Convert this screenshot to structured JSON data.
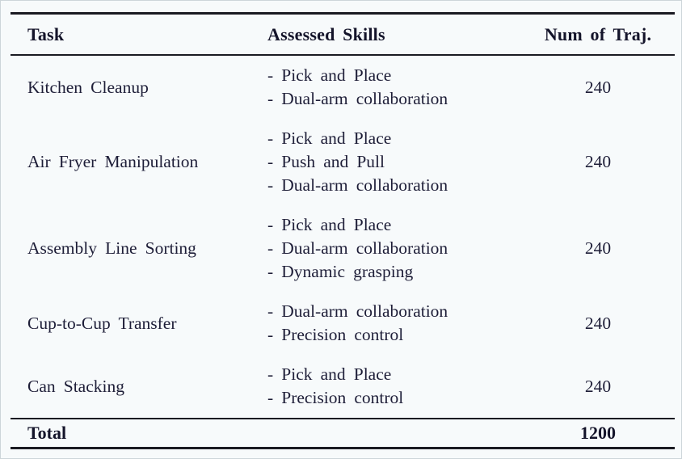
{
  "table": {
    "bullet": "-",
    "columns": [
      "Task",
      "Assessed Skills",
      "Num of Traj."
    ],
    "rows": [
      {
        "task": "Kitchen Cleanup",
        "skills": [
          "Pick and Place",
          "Dual-arm collaboration"
        ],
        "num": "240"
      },
      {
        "task": "Air Fryer Manipulation",
        "skills": [
          "Pick and Place",
          "Push and Pull",
          "Dual-arm collaboration"
        ],
        "num": "240"
      },
      {
        "task": "Assembly Line Sorting",
        "skills": [
          "Pick and Place",
          "Dual-arm collaboration",
          "Dynamic grasping"
        ],
        "num": "240"
      },
      {
        "task": "Cup-to-Cup Transfer",
        "skills": [
          "Dual-arm collaboration",
          "Precision control"
        ],
        "num": "240"
      },
      {
        "task": "Can Stacking",
        "skills": [
          "Pick and Place",
          "Precision control"
        ],
        "num": "240"
      }
    ],
    "total_label": "Total",
    "total_value": "1200"
  },
  "colors": {
    "background": "#f7fafb",
    "text": "#1e1e38",
    "rule": "#1a1a22"
  }
}
